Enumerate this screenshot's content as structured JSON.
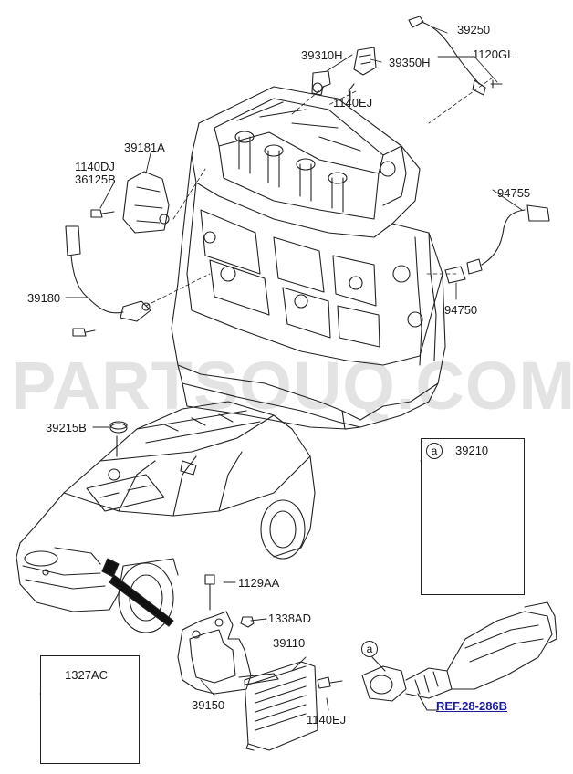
{
  "watermark": "PARTSOUQ.COM",
  "labels": {
    "p39250": "39250",
    "p39310h": "39310H",
    "p39350h": "39350H",
    "p1120gl": "1120GL",
    "p1140ej_top": "1140EJ",
    "p39181a": "39181A",
    "p1140dj": "1140DJ",
    "p36125b": "36125B",
    "p94755": "94755",
    "p94750": "94750",
    "p39180": "39180",
    "p39215b": "39215B",
    "p39210": "39210",
    "p1129aa": "1129AA",
    "p1338ad": "1338AD",
    "p39110": "39110",
    "p39150": "39150",
    "p1140ej_bot": "1140EJ",
    "p1327ac": "1327AC"
  },
  "callouts": {
    "a_box": "a",
    "a_exhaust": "a"
  },
  "reference": "REF.28-286B",
  "colors": {
    "line": "#222222",
    "part_label": "#1a1aa0",
    "reference": "#1a1aa0",
    "watermark": "#e3e3e3"
  }
}
